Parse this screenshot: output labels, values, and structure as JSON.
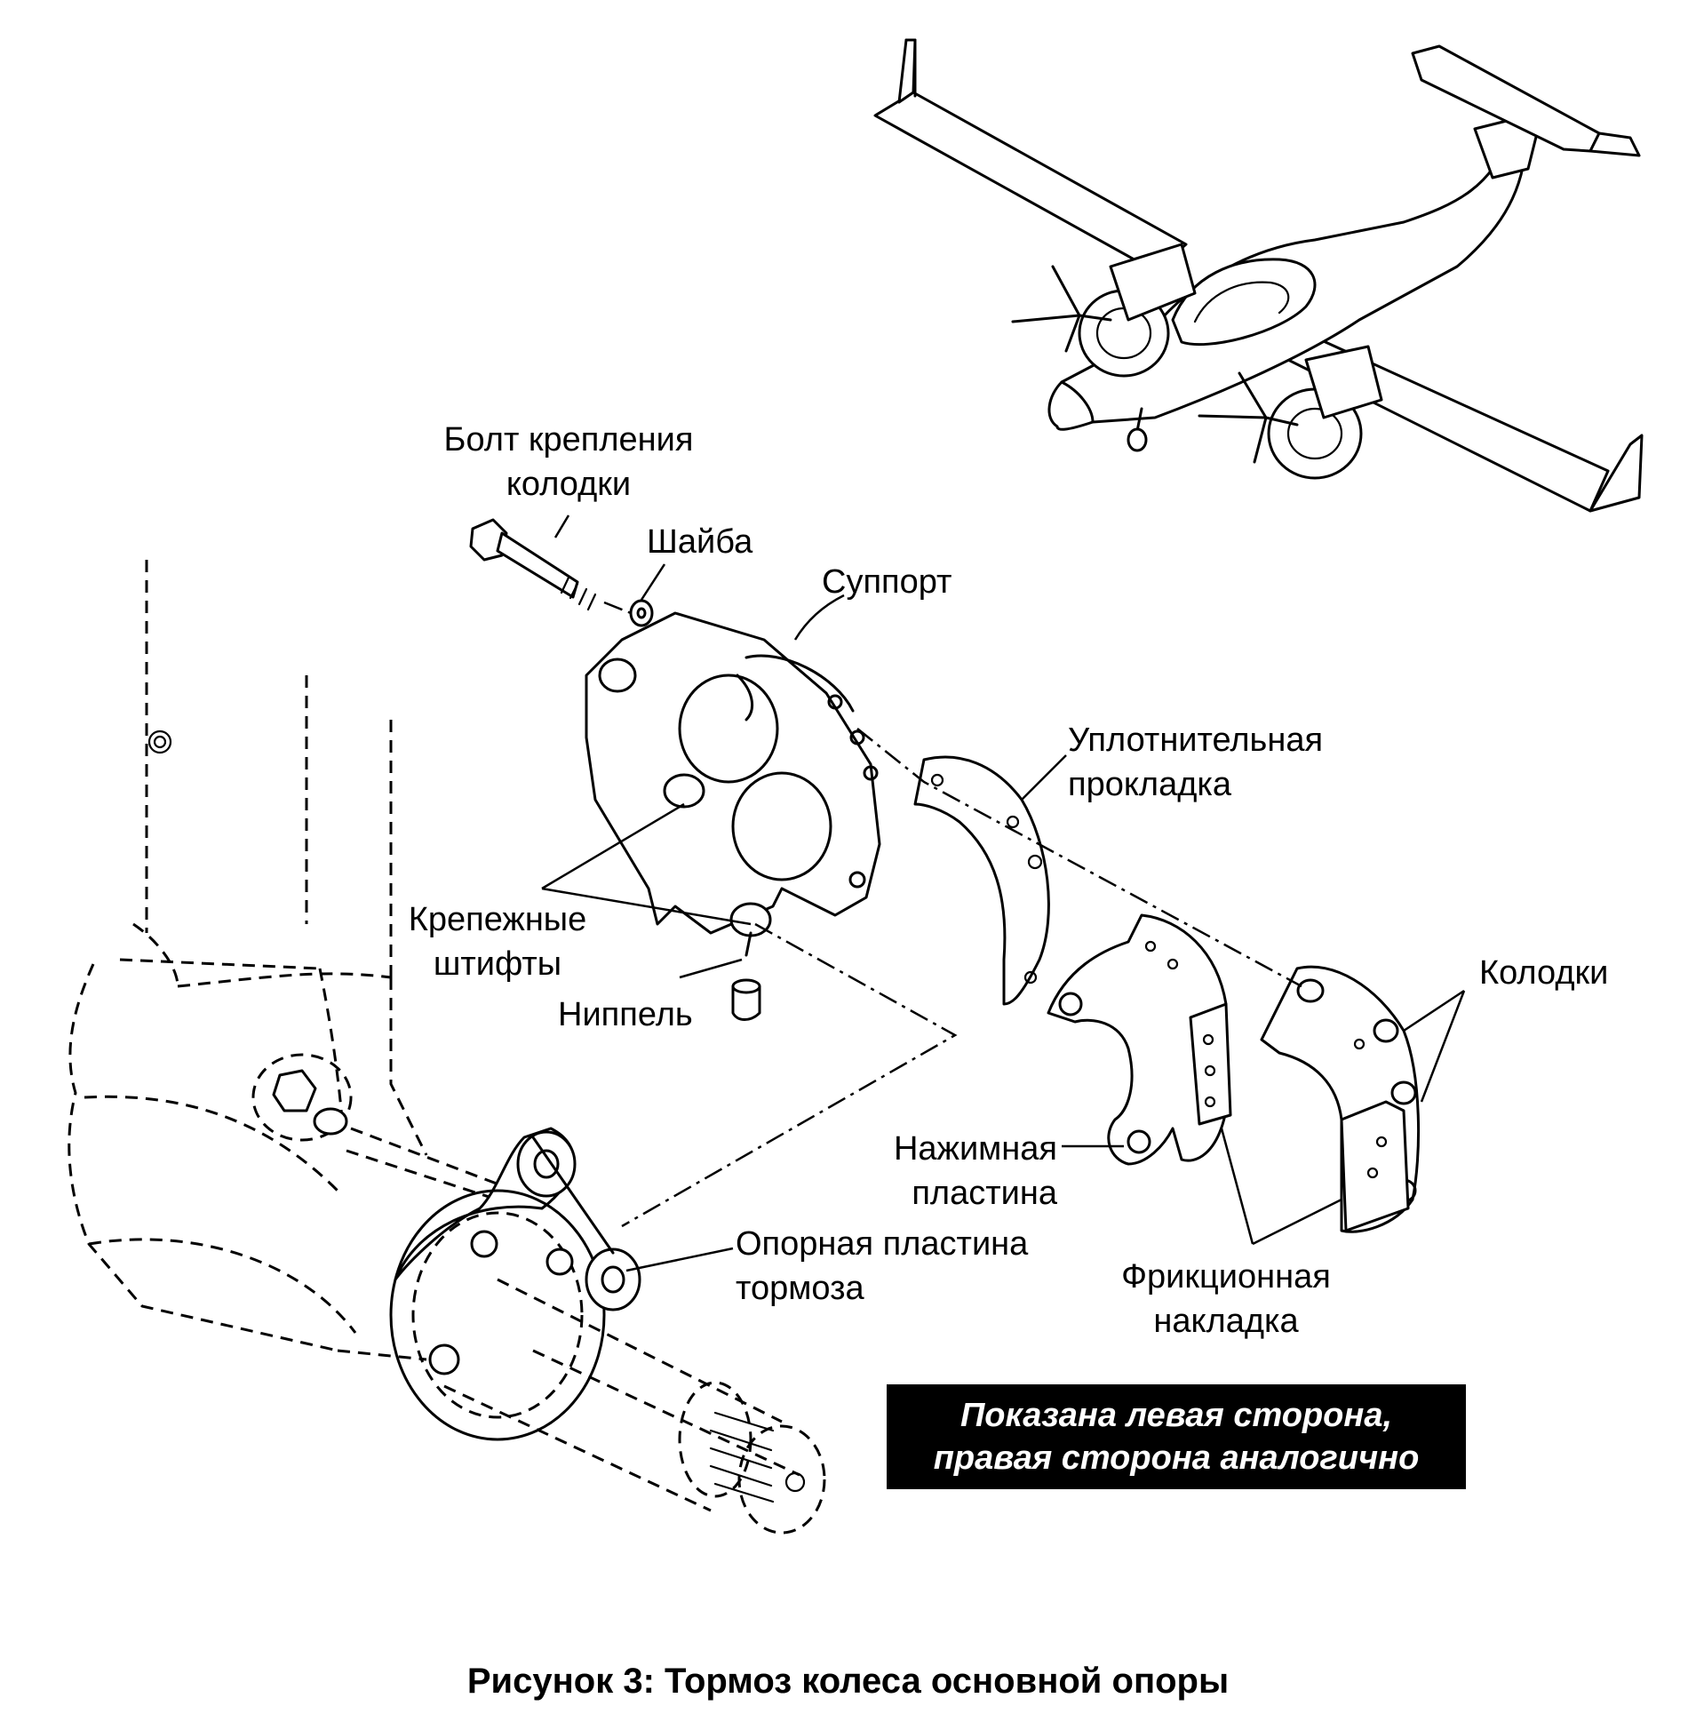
{
  "labels": {
    "bolt": "Болт крепления\nколодки",
    "washer": "Шайба",
    "caliper": "Суппорт",
    "seal": "Уплотнительная\nпрокладка",
    "pins": "Крепежные\nштифты",
    "nipple": "Ниппель",
    "pads": "Колодки",
    "pressure_plate": "Нажимная\nпластина",
    "backing_plate": "Опорная пластина\nтормоза",
    "lining": "Фрикционная\nнакладка"
  },
  "note": "Показана левая сторона,\nправая сторона аналогично",
  "caption": "Рисунок 3: Тормоз колеса основной опоры"
}
